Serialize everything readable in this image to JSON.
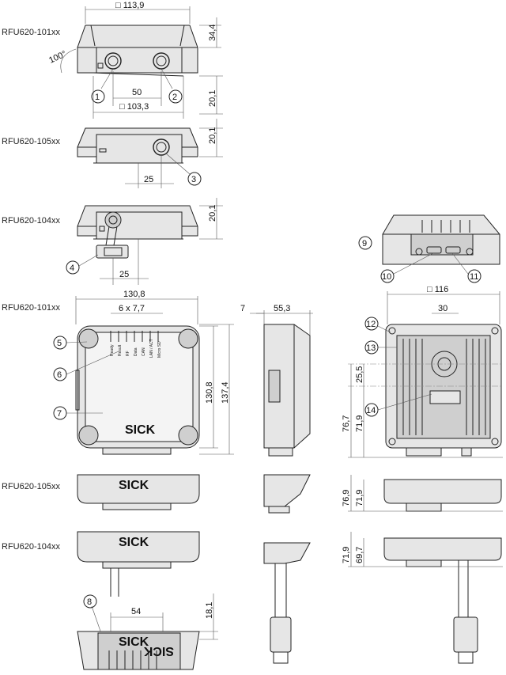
{
  "labels": {
    "v1": "RFU620-101xx",
    "v2": "RFU620-105xx",
    "v3": "RFU620-104xx",
    "v4": "RFU620-101xx",
    "v5": "RFU620-105xx",
    "v6": "RFU620-104xx"
  },
  "dimensions": {
    "d_113_9": "□ 113,9",
    "d_34_4": "34,4",
    "d_100deg": "100°",
    "d_50": "50",
    "d_103_3": "□ 103,3",
    "d_20_1a": "20,1",
    "d_20_1b": "20,1",
    "d_25a": "25",
    "d_20_1c": "20,1",
    "d_25b": "25",
    "d_130_8a": "130,8",
    "d_6x7_7": "6 x 7,7",
    "d_130_8b": "130,8",
    "d_137_4": "137,4",
    "d_7": "7",
    "d_55_3": "55,3",
    "d_116": "□ 116",
    "d_30": "30",
    "d_25_5": "25,5",
    "d_76_7": "76,7",
    "d_71_9a": "71,9",
    "d_76_9": "76,9",
    "d_71_9b": "71,9",
    "d_71_9c": "71,9",
    "d_69_7": "69,7",
    "d_54": "54",
    "d_18_1": "18,1"
  },
  "callouts": [
    "1",
    "2",
    "3",
    "4",
    "5",
    "6",
    "7",
    "8",
    "9",
    "10",
    "11",
    "12",
    "13",
    "14"
  ],
  "brand": "SICK",
  "led_labels": [
    "Ready",
    "Result",
    "RF",
    "Data",
    "CAN",
    "LAN / ACT",
    "Micro SD"
  ]
}
